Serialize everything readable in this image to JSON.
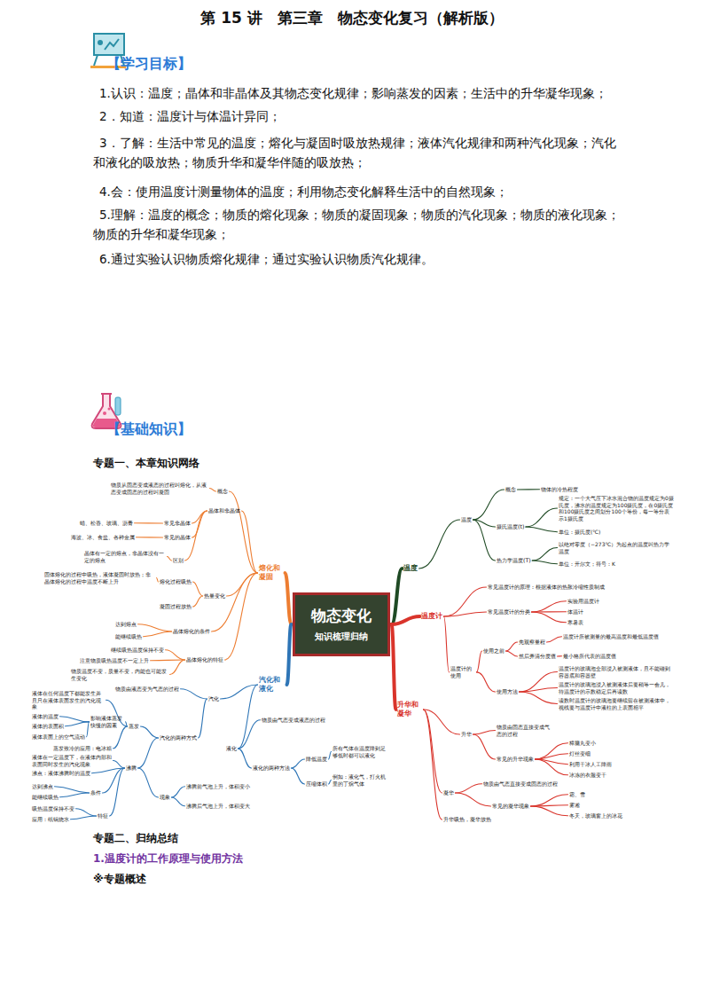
{
  "diagram": {
    "title": "第 15 讲　第三章　物态变化复习（解析版）",
    "nodes": [
      {
        "text": [
          "物态变化",
          "知识梳理归纳"
        ]
      },
      {
        "text": [
          "熔化和凝固"
        ]
      },
      {
        "text": [
          "概念"
        ]
      },
      {
        "text": [
          "物质从固态变成液态的过程叫熔化，从液态变成固态的过程叫凝固"
        ]
      },
      {
        "text": [
          "晶体和非晶体"
        ]
      },
      {
        "text": [
          "常见非晶体"
        ]
      },
      {
        "text": [
          "蜡、松香、玻璃、沥青"
        ]
      },
      {
        "text": [
          "常见的晶体"
        ]
      },
      {
        "text": [
          "海波、冰、食盐、各种金属"
        ]
      },
      {
        "text": [
          "区别"
        ]
      },
      {
        "text": [
          "晶体有一定的熔点，非晶体没有一定的熔点"
        ]
      },
      {
        "text": [
          "热量变化"
        ]
      },
      {
        "text": [
          "熔化过程吸热"
        ]
      },
      {
        "text": [
          "固体熔化的过程中吸热，液体凝固时放热；非晶体熔化的过程中温度不断上升"
        ]
      },
      {
        "text": [
          "凝固过程放热"
        ]
      },
      {
        "text": [
          "晶体熔化的条件"
        ]
      },
      {
        "text": [
          "达到熔点"
        ]
      },
      {
        "text": [
          "能继续吸热"
        ]
      },
      {
        "text": [
          "晶体熔化的特征"
        ]
      },
      {
        "text": [
          "继续吸热温度保持不变"
        ]
      },
      {
        "text": [
          "注意物质吸热温度不一定上升"
        ]
      },
      {
        "text": [
          "物质温度不变，质量不变，内能也可能发生变化"
        ]
      },
      {
        "text": [
          "温度"
        ]
      },
      {
        "text": [
          "温度"
        ]
      },
      {
        "text": [
          "概念"
        ]
      },
      {
        "text": [
          "物体的冷热程度"
        ]
      },
      {
        "text": [
          "摄氏温度(t)"
        ]
      },
      {
        "text": [
          "规定：一个大气压下冰水混合物的温度规定为0摄氏度，沸水的温度规定为100摄氏度，在0摄氏度和100摄氏度之间划分100个等份，每一等分表示1摄氏度"
        ]
      },
      {
        "text": [
          "单位：摄氏度(℃)"
        ]
      },
      {
        "text": [
          "热力学温度(T)"
        ]
      },
      {
        "text": [
          "以绝对零度（−273℃）为起点的温度叫热力学温度"
        ]
      },
      {
        "text": [
          "单位：开尔文；符号：K"
        ]
      },
      {
        "text": [
          "温度计"
        ]
      },
      {
        "text": [
          "常见温度计的原理：根据液体的热胀冷缩性质制成"
        ]
      },
      {
        "text": [
          "常见温度计的分类"
        ]
      },
      {
        "text": [
          "实验用温度计"
        ]
      },
      {
        "text": [
          "体温计"
        ]
      },
      {
        "text": [
          "寒暑表"
        ]
      },
      {
        "text": [
          "温度计的使用"
        ]
      },
      {
        "text": [
          "使用之前"
        ]
      },
      {
        "text": [
          "先观察量程"
        ]
      },
      {
        "text": [
          "温度计所被测量的最高温度和最低温度值"
        ]
      },
      {
        "text": [
          "然后弄清分度值"
        ]
      },
      {
        "text": [
          "最小格所代表的温度值"
        ]
      },
      {
        "text": [
          "使用方法"
        ]
      },
      {
        "text": [
          "温度计的玻璃泡全部浸入被测液体，且不能碰到容器底和容器壁"
        ]
      },
      {
        "text": [
          "温度计的玻璃泡浸入被测液体后要稍等一会儿，待温度计的示数稳定后再读数"
        ]
      },
      {
        "text": [
          "读数时温度计的玻璃泡要继续留在被测液体中，视线要与温度计中液柱的上表面相平"
        ]
      },
      {
        "text": [
          "汽化和液化"
        ]
      },
      {
        "text": [
          "汽化"
        ]
      },
      {
        "text": [
          "物质由液态变为气态的过程"
        ]
      },
      {
        "text": [
          "汽化的两种方式"
        ]
      },
      {
        "text": [
          "蒸发"
        ]
      },
      {
        "text": [
          "液体在任何温度下都能发生并且只在液体表面发生的汽化现象"
        ]
      },
      {
        "text": [
          "影响液体蒸发快慢的因素"
        ]
      },
      {
        "text": [
          "液体的温度"
        ]
      },
      {
        "text": [
          "液体的表面积"
        ]
      },
      {
        "text": [
          "液体表面上的空气流动"
        ]
      },
      {
        "text": [
          "蒸发致冷的应用：电冰箱"
        ]
      },
      {
        "text": [
          "沸腾"
        ]
      },
      {
        "text": [
          "液体在一定温度下，在液体内部和表面同时发生的汽化现象"
        ]
      },
      {
        "text": [
          "沸点：液体沸腾时的温度"
        ]
      },
      {
        "text": [
          "条件"
        ]
      },
      {
        "text": [
          "达到沸点"
        ]
      },
      {
        "text": [
          "能继续吸热"
        ]
      },
      {
        "text": [
          "特征"
        ]
      },
      {
        "text": [
          "吸热温度保持不变"
        ]
      },
      {
        "text": [
          "应用：纸锅烧水"
        ]
      },
      {
        "text": [
          "现象"
        ]
      },
      {
        "text": [
          "沸腾前气泡上升，体积变小"
        ]
      },
      {
        "text": [
          "沸腾后气泡上升，体积变大"
        ]
      },
      {
        "text": [
          "液化"
        ]
      },
      {
        "text": [
          "物质由气态变成液态的过程"
        ]
      },
      {
        "text": [
          "液化的两种方法"
        ]
      },
      {
        "text": [
          "降低温度"
        ]
      },
      {
        "text": [
          "所有气体在温度降到足够低时都可以液化"
        ]
      },
      {
        "text": [
          "压缩体积"
        ]
      },
      {
        "text": [
          "例如：液化气，打火机里的丁烷气体"
        ]
      },
      {
        "text": [
          "升华和凝华"
        ]
      },
      {
        "text": [
          "升华"
        ]
      },
      {
        "text": [
          "物质由固态直接变成气态的过程"
        ]
      },
      {
        "text": [
          "常见的升华现象"
        ]
      },
      {
        "text": [
          "樟脑丸变小"
        ]
      },
      {
        "text": [
          "灯丝变细"
        ]
      },
      {
        "text": [
          "利用干冰人工降雨"
        ]
      },
      {
        "text": [
          "冰冻的衣服变干"
        ]
      },
      {
        "text": [
          "凝华"
        ]
      },
      {
        "text": [
          "物质由气态直接变成固态的过程"
        ]
      },
      {
        "text": [
          "常见的凝华现象"
        ]
      },
      {
        "text": [
          "霜、雪"
        ]
      },
      {
        "text": [
          "雾凇"
        ]
      },
      {
        "text": [
          "冬天，玻璃窗上的冰花"
        ]
      },
      {
        "text": [
          "升华吸热，凝华放热"
        ]
      }
    ],
    "edges": [
      {
        "from": 0,
        "to": 1,
        "arrow": "none"
      },
      {
        "from": 1,
        "to": 2,
        "arrow": "none"
      },
      {
        "from": 2,
        "to": 3,
        "arrow": "none"
      },
      {
        "from": 1,
        "to": 4,
        "arrow": "none"
      },
      {
        "from": 4,
        "to": 5,
        "arrow": "none"
      },
      {
        "from": 5,
        "to": 6,
        "arrow": "none"
      },
      {
        "from": 4,
        "to": 7,
        "arrow": "none"
      },
      {
        "from": 7,
        "to": 8,
        "arrow": "none"
      },
      {
        "from": 4,
        "to": 9,
        "arrow": "none"
      },
      {
        "from": 9,
        "to": 10,
        "arrow": "none"
      },
      {
        "from": 1,
        "to": 11,
        "arrow": "none"
      },
      {
        "from": 11,
        "to": 12,
        "arrow": "none"
      },
      {
        "from": 12,
        "to": 13,
        "arrow": "none"
      },
      {
        "from": 11,
        "to": 14,
        "arrow": "none"
      },
      {
        "from": 1,
        "to": 15,
        "arrow": "none"
      },
      {
        "from": 15,
        "to": 16,
        "arrow": "none"
      },
      {
        "from": 15,
        "to": 17,
        "arrow": "none"
      },
      {
        "from": 1,
        "to": 18,
        "arrow": "none"
      },
      {
        "from": 18,
        "to": 19,
        "arrow": "none"
      },
      {
        "from": 18,
        "to": 20,
        "arrow": "none"
      },
      {
        "from": 18,
        "to": 21,
        "arrow": "none"
      },
      {
        "from": 0,
        "to": 22,
        "arrow": "none"
      },
      {
        "from": 22,
        "to": 23,
        "arrow": "none"
      },
      {
        "from": 23,
        "to": 24,
        "arrow": "none"
      },
      {
        "from": 24,
        "to": 25,
        "arrow": "none"
      },
      {
        "from": 23,
        "to": 26,
        "arrow": "none"
      },
      {
        "from": 26,
        "to": 27,
        "arrow": "none"
      },
      {
        "from": 26,
        "to": 28,
        "arrow": "none"
      },
      {
        "from": 23,
        "to": 29,
        "arrow": "none"
      },
      {
        "from": 29,
        "to": 30,
        "arrow": "none"
      },
      {
        "from": 29,
        "to": 31,
        "arrow": "none"
      },
      {
        "from": 0,
        "to": 32,
        "arrow": "none"
      },
      {
        "from": 32,
        "to": 33,
        "arrow": "none"
      },
      {
        "from": 32,
        "to": 34,
        "arrow": "none"
      },
      {
        "from": 34,
        "to": 35,
        "arrow": "none"
      },
      {
        "from": 34,
        "to": 36,
        "arrow": "none"
      },
      {
        "from": 34,
        "to": 37,
        "arrow": "none"
      },
      {
        "from": 32,
        "to": 38,
        "arrow": "none"
      },
      {
        "from": 38,
        "to": 39,
        "arrow": "none"
      },
      {
        "from": 39,
        "to": 40,
        "arrow": "none"
      },
      {
        "from": 40,
        "to": 41,
        "arrow": "none"
      },
      {
        "from": 39,
        "to": 42,
        "arrow": "none"
      },
      {
        "from": 42,
        "to": 43,
        "arrow": "none"
      },
      {
        "from": 38,
        "to": 44,
        "arrow": "none"
      },
      {
        "from": 44,
        "to": 45,
        "arrow": "none"
      },
      {
        "from": 44,
        "to": 46,
        "arrow": "none"
      },
      {
        "from": 44,
        "to": 47,
        "arrow": "none"
      },
      {
        "from": 0,
        "to": 48,
        "arrow": "none"
      },
      {
        "from": 48,
        "to": 49,
        "arrow": "none"
      },
      {
        "from": 49,
        "to": 50,
        "arrow": "none"
      },
      {
        "from": 49,
        "to": 51,
        "arrow": "none"
      },
      {
        "from": 51,
        "to": 52,
        "arrow": "none"
      },
      {
        "from": 52,
        "to": 53,
        "arrow": "none"
      },
      {
        "from": 52,
        "to": 54,
        "arrow": "none"
      },
      {
        "from": 54,
        "to": 55,
        "arrow": "none"
      },
      {
        "from": 54,
        "to": 56,
        "arrow": "none"
      },
      {
        "from": 54,
        "to": 57,
        "arrow": "none"
      },
      {
        "from": 52,
        "to": 58,
        "arrow": "none"
      },
      {
        "from": 51,
        "to": 59,
        "arrow": "none"
      },
      {
        "from": 59,
        "to": 60,
        "arrow": "none"
      },
      {
        "from": 59,
        "to": 61,
        "arrow": "none"
      },
      {
        "from": 59,
        "to": 62,
        "arrow": "none"
      },
      {
        "from": 62,
        "to": 63,
        "arrow": "none"
      },
      {
        "from": 62,
        "to": 64,
        "arrow": "none"
      },
      {
        "from": 59,
        "to": 65,
        "arrow": "none"
      },
      {
        "from": 65,
        "to": 66,
        "arrow": "none"
      },
      {
        "from": 65,
        "to": 67,
        "arrow": "none"
      },
      {
        "from": 59,
        "to": 68,
        "arrow": "none"
      },
      {
        "from": 68,
        "to": 69,
        "arrow": "none"
      },
      {
        "from": 68,
        "to": 70,
        "arrow": "none"
      },
      {
        "from": 48,
        "to": 71,
        "arrow": "none"
      },
      {
        "from": 71,
        "to": 72,
        "arrow": "none"
      },
      {
        "from": 71,
        "to": 73,
        "arrow": "none"
      },
      {
        "from": 73,
        "to": 74,
        "arrow": "none"
      },
      {
        "from": 74,
        "to": 75,
        "arrow": "none"
      },
      {
        "from": 73,
        "to": 76,
        "arrow": "none"
      },
      {
        "from": 76,
        "to": 77,
        "arrow": "none"
      },
      {
        "from": 0,
        "to": 78,
        "arrow": "none"
      },
      {
        "from": 78,
        "to": 79,
        "arrow": "none"
      },
      {
        "from": 79,
        "to": 80,
        "arrow": "none"
      },
      {
        "from": 79,
        "to": 81,
        "arrow": "none"
      },
      {
        "from": 81,
        "to": 82,
        "arrow": "none"
      },
      {
        "from": 81,
        "to": 83,
        "arrow": "none"
      },
      {
        "from": 81,
        "to": 84,
        "arrow": "none"
      },
      {
        "from": 81,
        "to": 85,
        "arrow": "none"
      },
      {
        "from": 78,
        "to": 86,
        "arrow": "none"
      },
      {
        "from": 86,
        "to": 87,
        "arrow": "none"
      },
      {
        "from": 86,
        "to": 88,
        "arrow": "none"
      },
      {
        "from": 88,
        "to": 89,
        "arrow": "none"
      },
      {
        "from": 88,
        "to": 90,
        "arrow": "none"
      },
      {
        "from": 88,
        "to": 91,
        "arrow": "none"
      },
      {
        "from": 78,
        "to": 92,
        "arrow": "none"
      }
    ],
    "labels": [
      "【学习目标】",
      "1.认识：温度；晶体和非晶体及其物态变化规律；影响蒸发的因素；生活中的升华凝华现象；",
      "2．知道：温度计与体温计异同；",
      "3．了解：生活中常见的温度；熔化与凝固时吸放热规律；液体汽化规律和两种汽化现象；汽化和液化的吸放热；物质升华和凝华伴随的吸放热；",
      "4.会：使用温度计测量物体的温度；利用物态变化解释生活中的自然现象；",
      "5.理解：温度的概念；物质的熔化现象；物质的凝固现象；物质的汽化现象；物质的液化现象；物质的升华和凝华现象；",
      "6.通过实验认识物质熔化规律；通过实验认识物质汽化规律。",
      "【基础知识】",
      "专题一、本章知识网络",
      "专题二、归纳总结",
      "1.温度计的工作原理与使用方法",
      "※专题概述"
    ]
  }
}
